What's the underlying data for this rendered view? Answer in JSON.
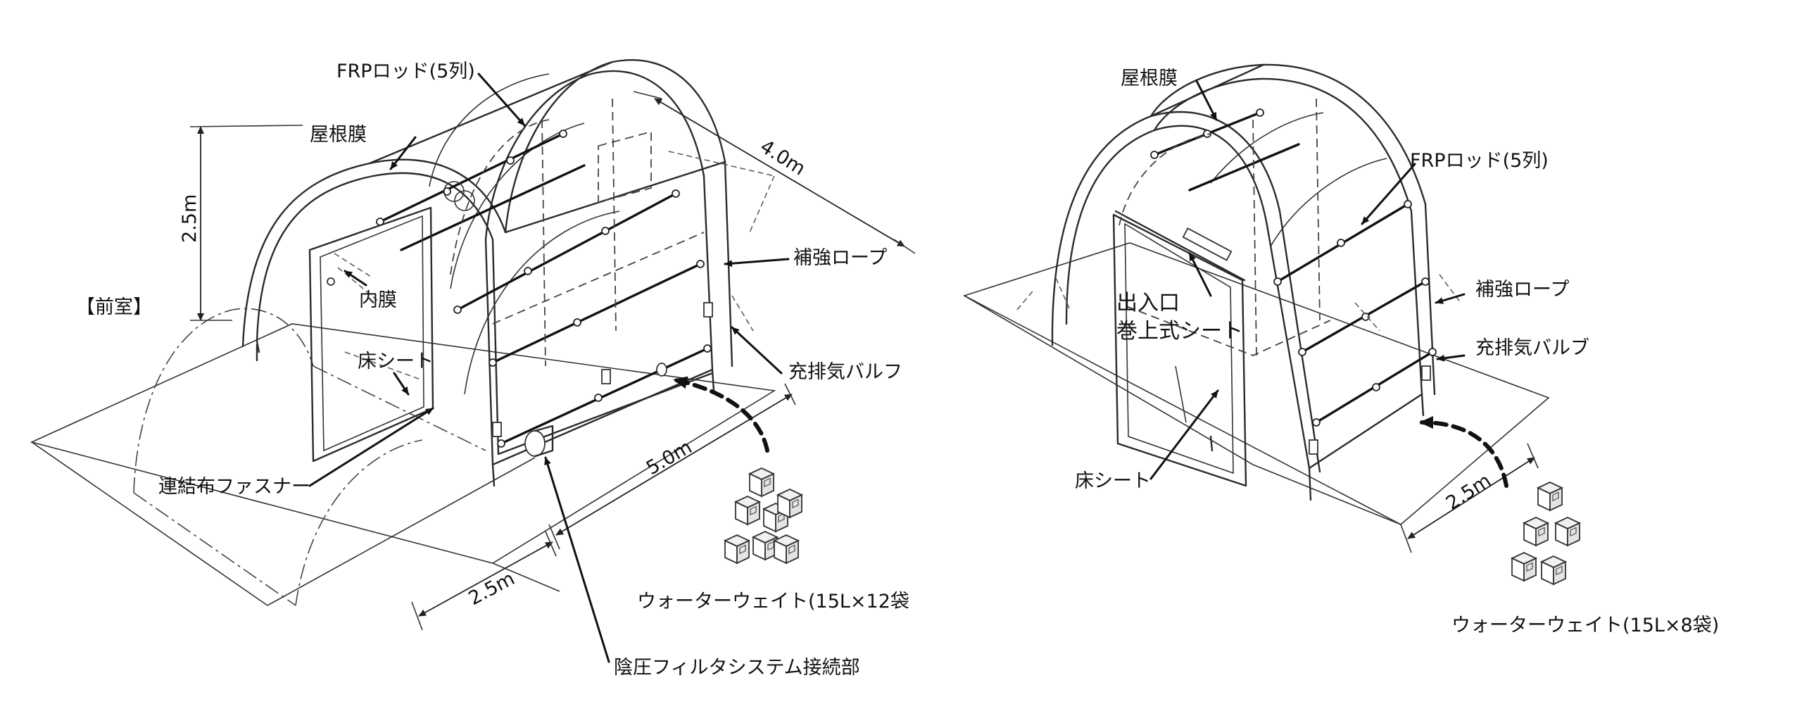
{
  "left_tent": {
    "labels": {
      "frp_rod": "FRPロッド(5列)",
      "roof_membrane": "屋根膜",
      "height": "2.5m",
      "depth": "4.0m",
      "vestibule": "【前室】",
      "reinforcement_rope": "補強ロープ",
      "inner_membrane": "内膜",
      "floor_sheet": "床シート",
      "valve": "充排気バルフ",
      "length": "5.0m",
      "zipper": "連結布ファスナー",
      "width": "2.5m",
      "water_weight": "ウォーターウェイト(15L×12袋",
      "filter_connection": "陰圧フィルタシステム接続部"
    }
  },
  "right_tent": {
    "labels": {
      "roof_membrane": "屋根膜",
      "frp_rod": "FRPロッド(5列)",
      "reinforcement_rope": "補強ロープ",
      "entrance_line1": "出入口",
      "entrance_line2": "巻上式シート",
      "valve": "充排気バルブ",
      "floor_sheet": "床シート",
      "width": "2.5m",
      "water_weight": "ウォーターウェイト(15L×8袋)"
    }
  },
  "colors": {
    "line": "#2b2b2b",
    "background": "#ffffff"
  }
}
